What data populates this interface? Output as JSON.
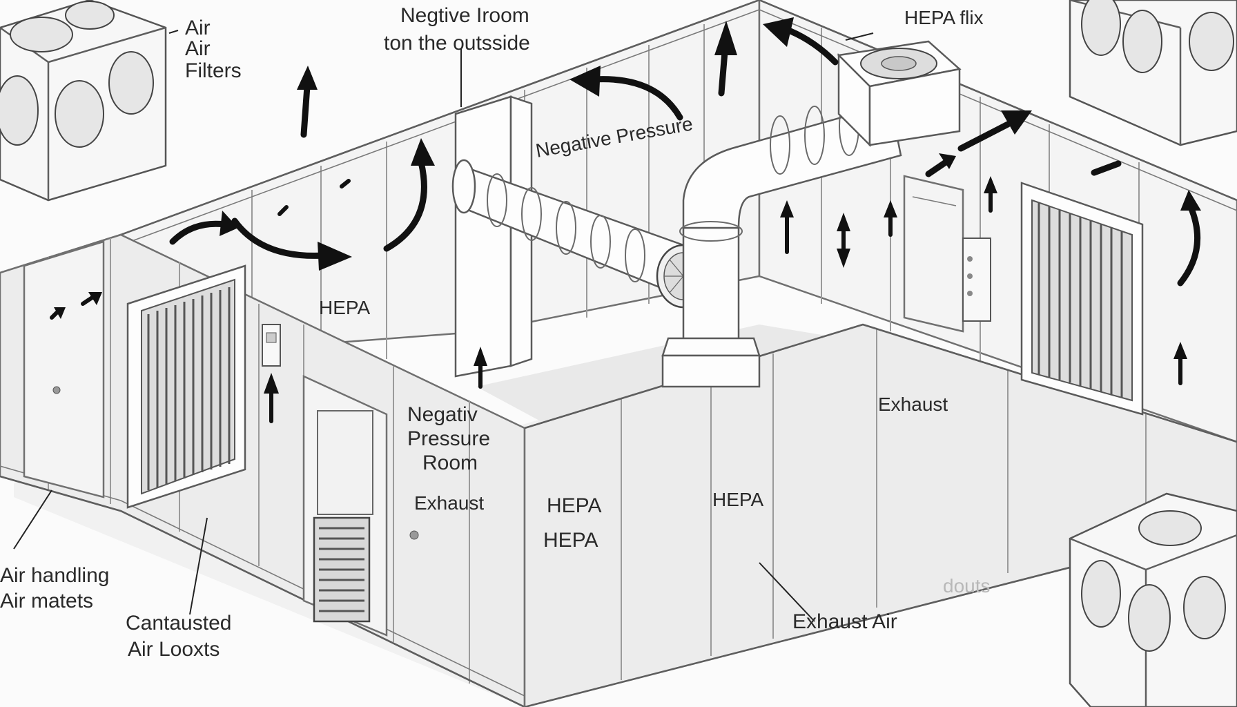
{
  "labels": {
    "air_filters_1": "Air",
    "air_filters_2": "Air",
    "air_filters_3": "Filters",
    "negative_room_1": "Negtive Iroom",
    "negative_room_2": "ton the outsside",
    "hepa_fix": "HEPA flix",
    "negative_pressure_top": "Negative Pressure",
    "hepa_left": "HEPA",
    "negative_pressure_room_1": "Negativ",
    "negative_pressure_room_2": "Pressure",
    "negative_pressure_room_3": "Room",
    "exhaust_center": "Exhaust",
    "exhaust_right": "Exhaust",
    "hepa_a": "HEPA",
    "hepa_b": "HEPA",
    "hepa_c": "HEPA",
    "air_handling_1": "Air handling",
    "air_handling_2": "Air matets",
    "contaminated_1": "Cantausted",
    "contaminated_2": "Air Looxts",
    "ducts": "douts",
    "exhaust_air": "Exhaust Air"
  },
  "colors": {
    "line": "#5e5e5e",
    "wall": "#ececec",
    "arrow": "#111111",
    "background": "#fbfbfb"
  }
}
